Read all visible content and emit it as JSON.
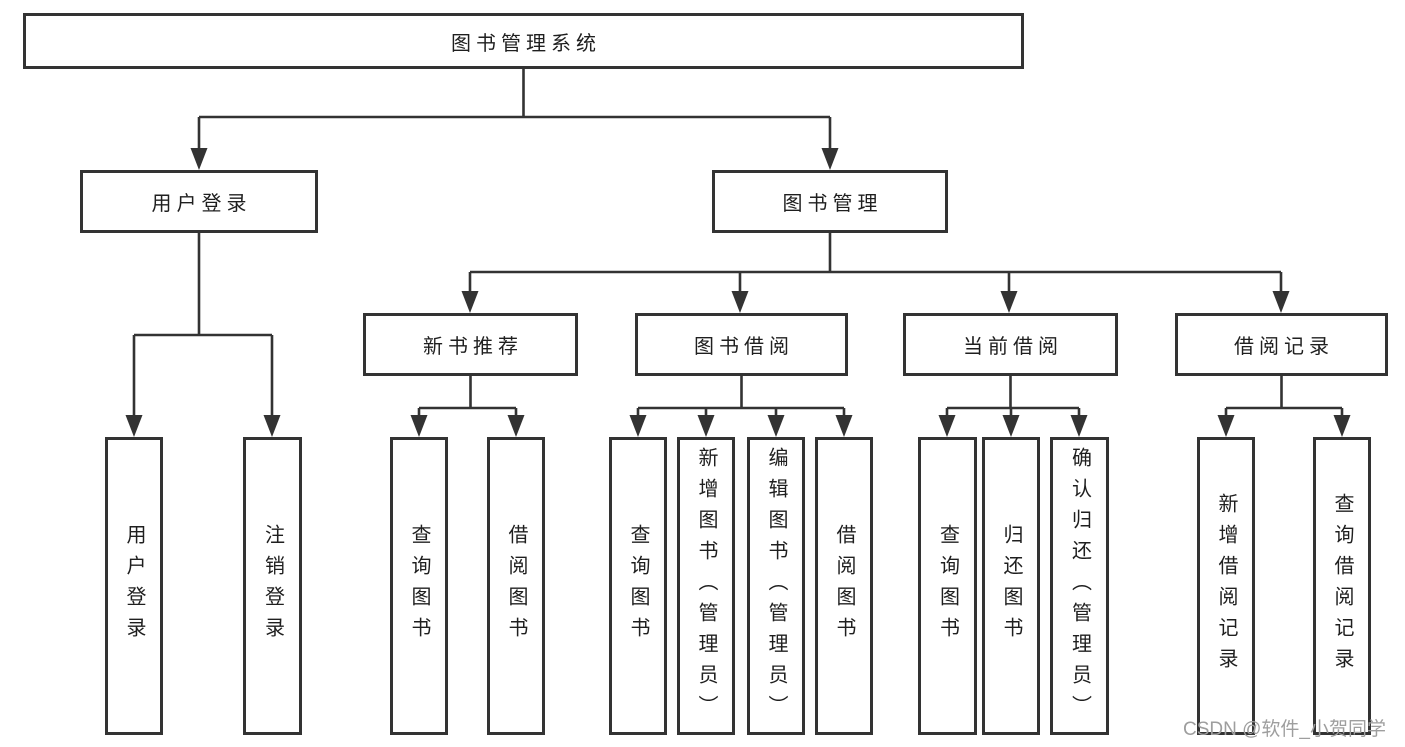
{
  "diagram": {
    "title": "图书管理系统",
    "type": "tree",
    "watermark": "CSDN @软件_小贺同学",
    "colors": {
      "line": "#333333",
      "box_border": "#333333",
      "box_background": "#ffffff",
      "text": "#1f1f1f",
      "page_background": "#ffffff",
      "watermark": "#9e9e9e"
    },
    "nodes": {
      "root": {
        "label": "图书管理系统",
        "children": [
          "user_login",
          "book_management"
        ]
      },
      "user_login": {
        "label": "用户登录",
        "children": [
          "leaf_user_login",
          "leaf_logout"
        ]
      },
      "book_management": {
        "label": "图书管理",
        "children": [
          "new_book_recommend",
          "book_borrowing",
          "current_borrowing",
          "borrowing_records"
        ]
      },
      "new_book_recommend": {
        "label": "新书推荐",
        "children": [
          "leaf_nbr_query_books",
          "leaf_nbr_borrow_books"
        ]
      },
      "book_borrowing": {
        "label": "图书借阅",
        "children": [
          "leaf_bb_query_books",
          "leaf_bb_add_books",
          "leaf_bb_edit_books",
          "leaf_bb_borrow_books"
        ]
      },
      "current_borrowing": {
        "label": "当前借阅",
        "children": [
          "leaf_cb_query_books",
          "leaf_cb_return_books",
          "leaf_cb_confirm_return"
        ]
      },
      "borrowing_records": {
        "label": "借阅记录",
        "children": [
          "leaf_br_add_record",
          "leaf_br_query_record"
        ]
      },
      "leaf_user_login": {
        "label": "用户登录"
      },
      "leaf_logout": {
        "label": "注销登录"
      },
      "leaf_nbr_query_books": {
        "label": "查询图书"
      },
      "leaf_nbr_borrow_books": {
        "label": "借阅图书"
      },
      "leaf_bb_query_books": {
        "label": "查询图书"
      },
      "leaf_bb_add_books": {
        "label": "新增图书（管理员）"
      },
      "leaf_bb_edit_books": {
        "label": "编辑图书（管理员）"
      },
      "leaf_bb_borrow_books": {
        "label": "借阅图书"
      },
      "leaf_cb_query_books": {
        "label": "查询图书"
      },
      "leaf_cb_return_books": {
        "label": "归还图书"
      },
      "leaf_cb_confirm_return": {
        "label": "确认归还（管理员）"
      },
      "leaf_br_add_record": {
        "label": "新增借阅记录"
      },
      "leaf_br_query_record": {
        "label": "查询借阅记录"
      }
    }
  }
}
